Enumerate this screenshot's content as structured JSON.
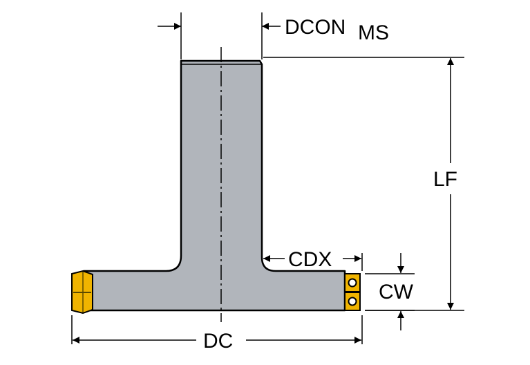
{
  "colors": {
    "body_fill": "#b1b5bb",
    "outline": "#000000",
    "insert_fill": "#f0b400",
    "insert_dark": "#5a4a00",
    "background": "#ffffff"
  },
  "labels": {
    "dcon_main": "DCON",
    "dcon_sub": "MS",
    "lf": "LF",
    "cdx": "CDX",
    "cw": "CW",
    "dc": "DC"
  }
}
